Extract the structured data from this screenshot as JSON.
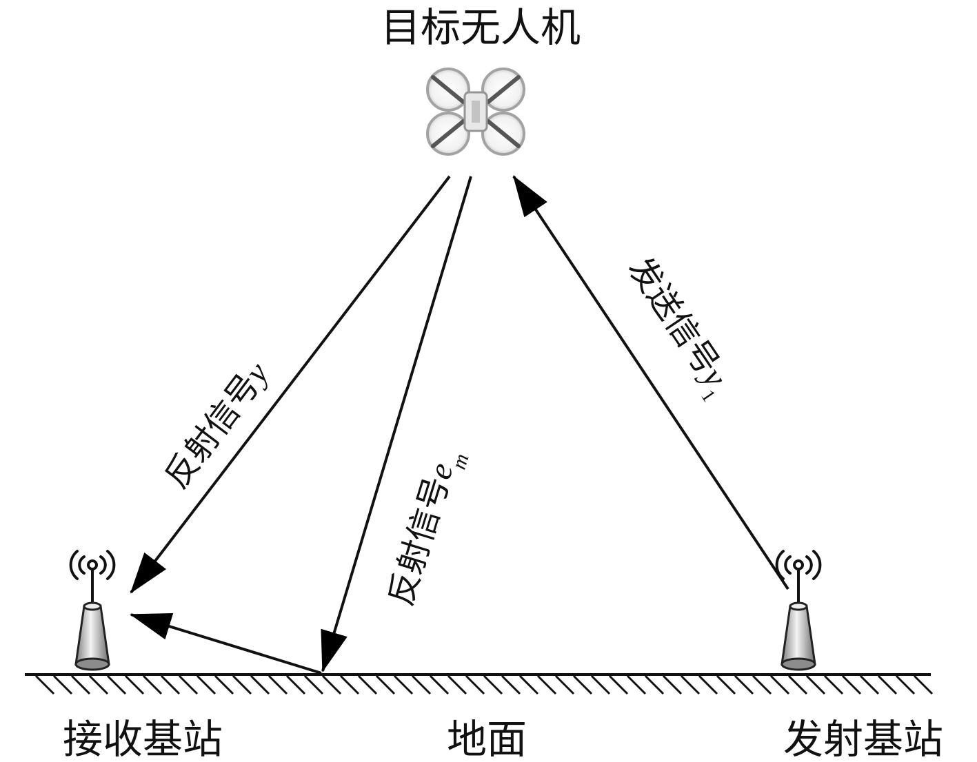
{
  "labels": {
    "target_drone": "目标无人机",
    "receive_station": "接收基站",
    "ground": "地面",
    "transmit_station": "发射基站"
  },
  "signals": {
    "reflected_y": {
      "text": "反射信号",
      "var": "y"
    },
    "reflected_em": {
      "text": "反射信号",
      "var": "e",
      "sub": "m"
    },
    "transmitted_y1": {
      "text": "发送信号",
      "var": "y",
      "sub": "1"
    }
  },
  "colors": {
    "line": "#111111",
    "tower_light": "#f2f2f2",
    "tower_dark": "#8a8a8a"
  }
}
